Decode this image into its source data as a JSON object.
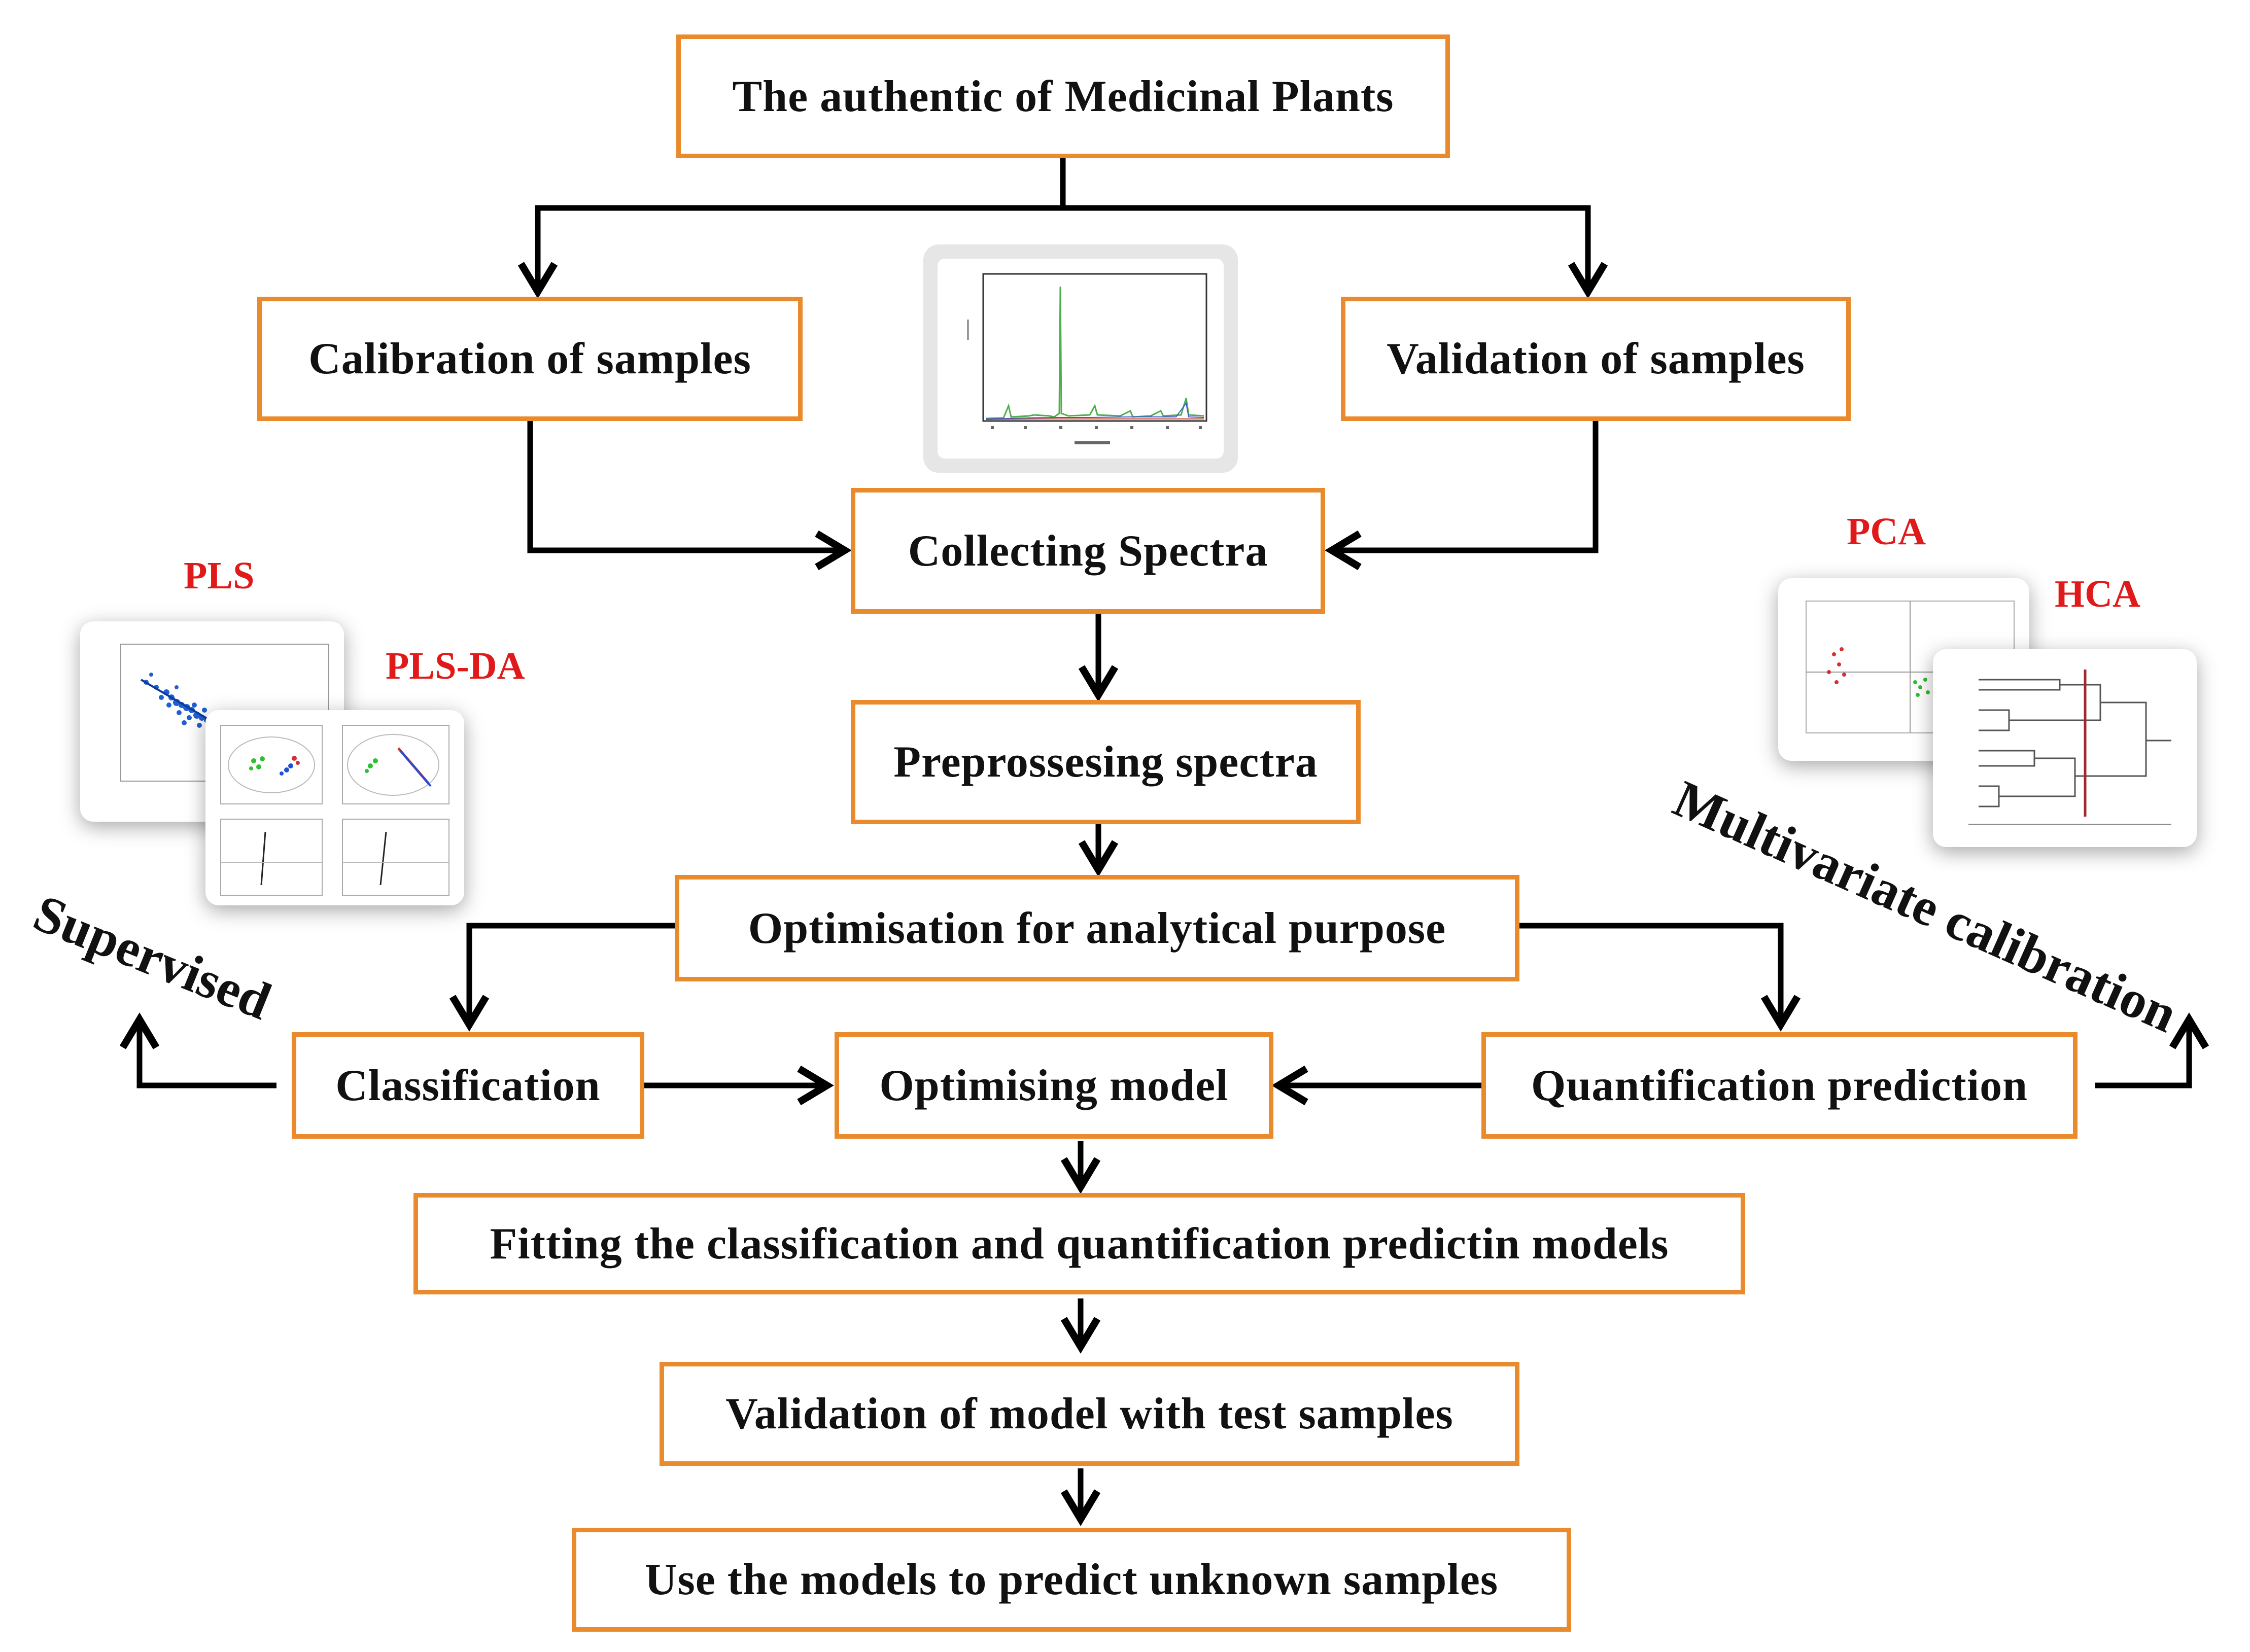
{
  "boxes": {
    "title": "The authentic of Medicinal Plants",
    "calibration": "Calibration of samples",
    "validation_samples": "Validation of samples",
    "collecting": "Collecting Spectra",
    "preprocessing": "Preprossesing spectra",
    "optimisation": "Optimisation for analytical purpose",
    "classification": "Classification",
    "optimising_model": "Optimising model",
    "quantification": "Quantification prediction",
    "fitting": "Fitting the classification and quantification predictin models",
    "validation_model": "Validation of model with test samples",
    "use_models": "Use the models to predict unknown samples"
  },
  "method_labels": {
    "pls": "PLS",
    "plsda": "PLS-DA",
    "pca": "PCA",
    "hca": "HCA"
  },
  "side_labels": {
    "supervised": "Supervised",
    "multivariate": "Multivariate calibration"
  },
  "colors": {
    "box_border": "#e98a2c",
    "label_red": "#e01a1a",
    "arrow": "#000000"
  }
}
